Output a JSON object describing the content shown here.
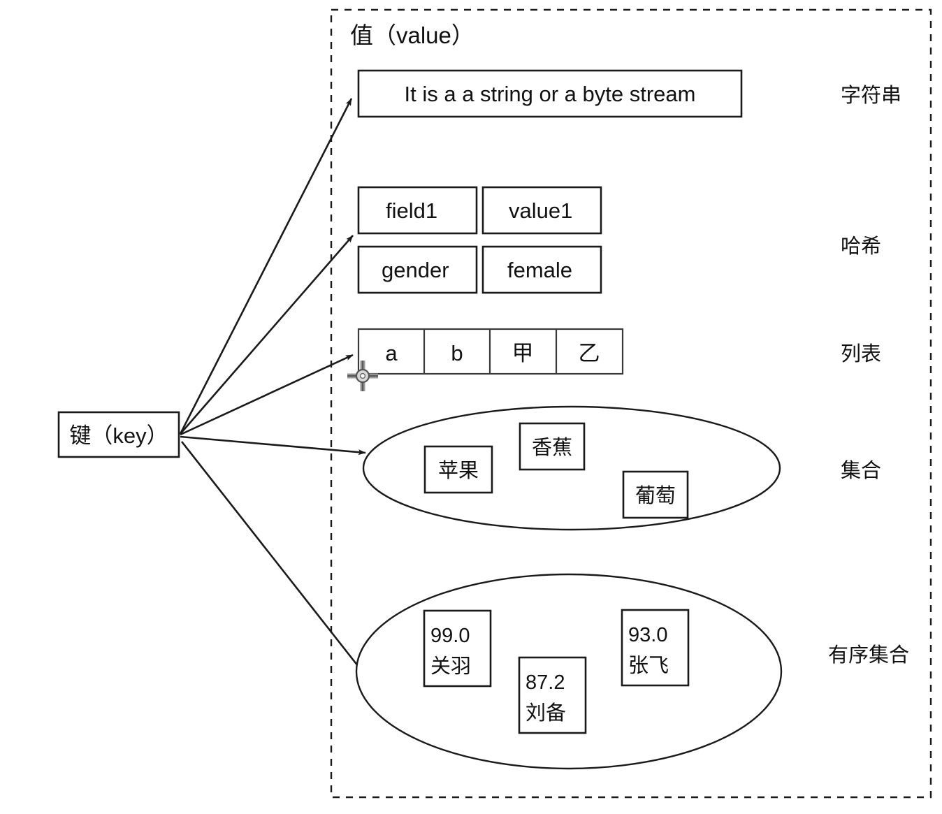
{
  "diagram": {
    "title_region": "值（value）",
    "key_node": {
      "label": "键（key）"
    },
    "string": {
      "type_label": "字符串",
      "text": "It is a a string or a byte stream"
    },
    "hash": {
      "type_label": "哈希",
      "rows": [
        {
          "field": "field1",
          "value": "value1"
        },
        {
          "field": "gender",
          "value": "female"
        }
      ]
    },
    "list": {
      "type_label": "列表",
      "items": [
        "a",
        "b",
        "甲",
        "乙"
      ]
    },
    "set": {
      "type_label": "集合",
      "members": [
        "苹果",
        "香蕉",
        "葡萄"
      ]
    },
    "zset": {
      "type_label": "有序集合",
      "members": [
        {
          "score": "99.0",
          "name": "关羽"
        },
        {
          "score": "87.2",
          "name": "刘备"
        },
        {
          "score": "93.0",
          "name": "张飞"
        }
      ]
    },
    "cursor": {
      "icon": "move-crosshair-handle"
    },
    "colors": {
      "ink": "#111111",
      "stroke": "#1a1a1a",
      "background": "#ffffff",
      "cursor_gray": "#8a8a8a"
    }
  }
}
